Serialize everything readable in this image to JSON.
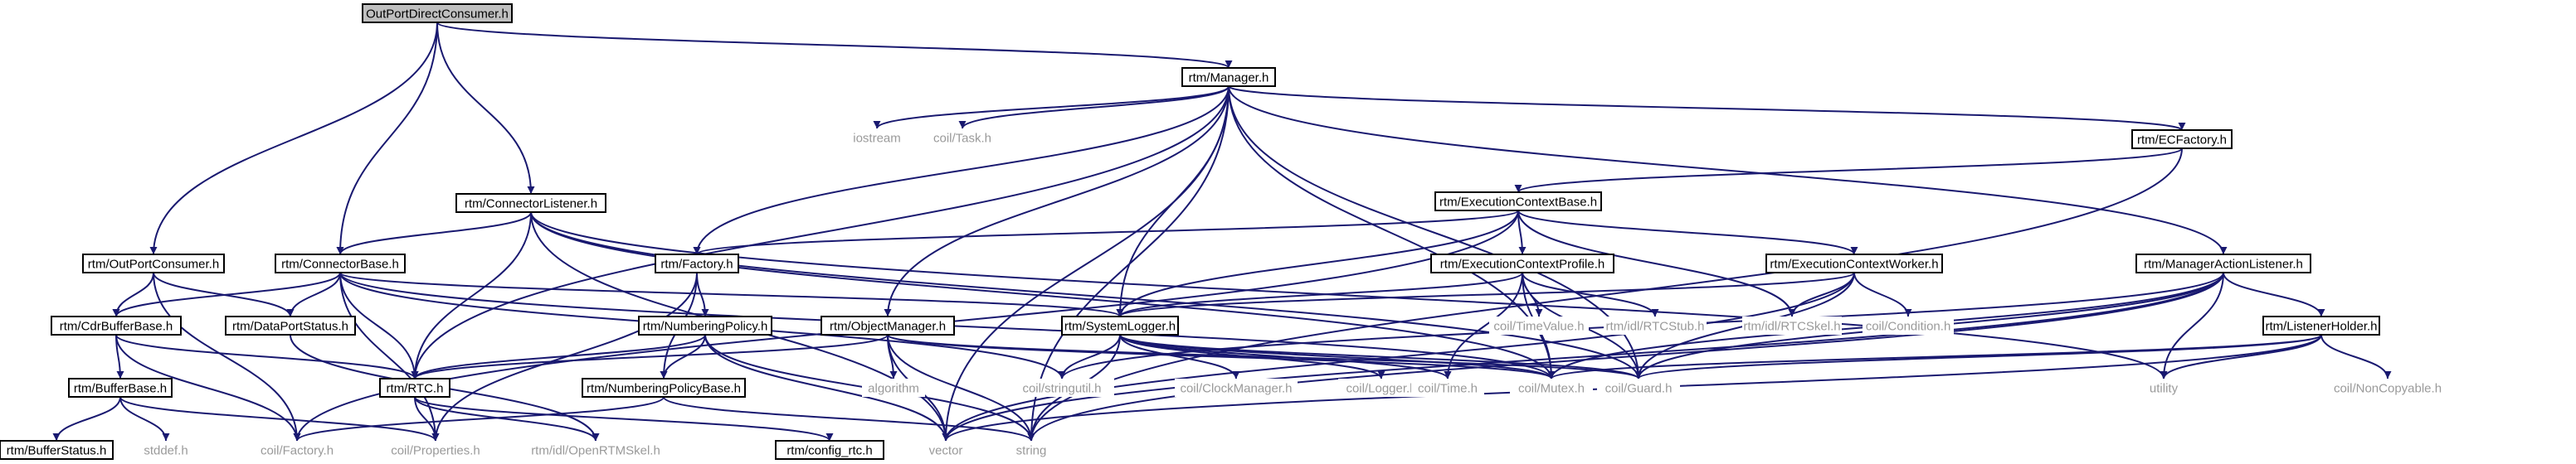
{
  "colors": {
    "edge": "#191970",
    "box_border": "#000000",
    "box_fill": "#ffffff",
    "root_fill": "#bfbfbf",
    "external_text": "#9a9a9a",
    "text": "#000000",
    "background": "#ffffff"
  },
  "nodes": [
    {
      "id": "root",
      "label": "OutPortDirectConsumer.h",
      "kind": "root"
    },
    {
      "id": "manager",
      "label": "rtm/Manager.h",
      "kind": "box"
    },
    {
      "id": "iostream",
      "label": "iostream",
      "kind": "external"
    },
    {
      "id": "task",
      "label": "coil/Task.h",
      "kind": "external"
    },
    {
      "id": "ecfactory",
      "label": "rtm/ECFactory.h",
      "kind": "box"
    },
    {
      "id": "ecbase",
      "label": "rtm/ExecutionContextBase.h",
      "kind": "box"
    },
    {
      "id": "connlistener",
      "label": "rtm/ConnectorListener.h",
      "kind": "box"
    },
    {
      "id": "outportconsumer",
      "label": "rtm/OutPortConsumer.h",
      "kind": "box"
    },
    {
      "id": "connectorbase",
      "label": "rtm/ConnectorBase.h",
      "kind": "box"
    },
    {
      "id": "factory",
      "label": "rtm/Factory.h",
      "kind": "box"
    },
    {
      "id": "ecprofile",
      "label": "rtm/ExecutionContextProfile.h",
      "kind": "box"
    },
    {
      "id": "ecworker",
      "label": "rtm/ExecutionContextWorker.h",
      "kind": "box"
    },
    {
      "id": "malistener",
      "label": "rtm/ManagerActionListener.h",
      "kind": "box"
    },
    {
      "id": "cdrbufferbase",
      "label": "rtm/CdrBufferBase.h",
      "kind": "box"
    },
    {
      "id": "dataportstatus",
      "label": "rtm/DataPortStatus.h",
      "kind": "box"
    },
    {
      "id": "numberingpolicy",
      "label": "rtm/NumberingPolicy.h",
      "kind": "box"
    },
    {
      "id": "objectmanager",
      "label": "rtm/ObjectManager.h",
      "kind": "box"
    },
    {
      "id": "systemlogger",
      "label": "rtm/SystemLogger.h",
      "kind": "box"
    },
    {
      "id": "timevalue",
      "label": "coil/TimeValue.h",
      "kind": "external"
    },
    {
      "id": "rtcstub",
      "label": "rtm/idl/RTCStub.h",
      "kind": "external"
    },
    {
      "id": "rtcskel",
      "label": "rtm/idl/RTCSkel.h",
      "kind": "external"
    },
    {
      "id": "condition",
      "label": "coil/Condition.h",
      "kind": "external"
    },
    {
      "id": "listenerholder",
      "label": "rtm/ListenerHolder.h",
      "kind": "box"
    },
    {
      "id": "bufferbase",
      "label": "rtm/BufferBase.h",
      "kind": "box"
    },
    {
      "id": "rtc",
      "label": "rtm/RTC.h",
      "kind": "box"
    },
    {
      "id": "npbase",
      "label": "rtm/NumberingPolicyBase.h",
      "kind": "box"
    },
    {
      "id": "algorithm",
      "label": "algorithm",
      "kind": "external"
    },
    {
      "id": "stringutil",
      "label": "coil/stringutil.h",
      "kind": "external"
    },
    {
      "id": "clockmanager",
      "label": "coil/ClockManager.h",
      "kind": "external"
    },
    {
      "id": "logger",
      "label": "coil/Logger.h",
      "kind": "external"
    },
    {
      "id": "time",
      "label": "coil/Time.h",
      "kind": "external"
    },
    {
      "id": "mutex",
      "label": "coil/Mutex.h",
      "kind": "external"
    },
    {
      "id": "guard",
      "label": "coil/Guard.h",
      "kind": "external"
    },
    {
      "id": "utility",
      "label": "utility",
      "kind": "external"
    },
    {
      "id": "noncopyable",
      "label": "coil/NonCopyable.h",
      "kind": "external"
    },
    {
      "id": "bufferstatus",
      "label": "rtm/BufferStatus.h",
      "kind": "box"
    },
    {
      "id": "stddef",
      "label": "stddef.h",
      "kind": "external"
    },
    {
      "id": "coilfactory",
      "label": "coil/Factory.h",
      "kind": "external"
    },
    {
      "id": "properties",
      "label": "coil/Properties.h",
      "kind": "external"
    },
    {
      "id": "openrtmskel",
      "label": "rtm/idl/OpenRTMSkel.h",
      "kind": "external"
    },
    {
      "id": "configrtc",
      "label": "rtm/config_rtc.h",
      "kind": "box"
    },
    {
      "id": "vector",
      "label": "vector",
      "kind": "external"
    },
    {
      "id": "string",
      "label": "string",
      "kind": "external"
    }
  ],
  "edges": [
    [
      "root",
      "manager"
    ],
    [
      "root",
      "connlistener"
    ],
    [
      "root",
      "outportconsumer"
    ],
    [
      "root",
      "connectorbase"
    ],
    [
      "manager",
      "iostream"
    ],
    [
      "manager",
      "task"
    ],
    [
      "manager",
      "ecfactory"
    ],
    [
      "manager",
      "factory"
    ],
    [
      "manager",
      "objectmanager"
    ],
    [
      "manager",
      "systemlogger"
    ],
    [
      "manager",
      "malistener"
    ],
    [
      "manager",
      "rtc"
    ],
    [
      "manager",
      "mutex"
    ],
    [
      "manager",
      "guard"
    ],
    [
      "manager",
      "vector"
    ],
    [
      "manager",
      "string"
    ],
    [
      "ecfactory",
      "ecbase"
    ],
    [
      "ecfactory",
      "string"
    ],
    [
      "ecbase",
      "factory"
    ],
    [
      "ecbase",
      "ecprofile"
    ],
    [
      "ecbase",
      "ecworker"
    ],
    [
      "ecbase",
      "rtcskel"
    ],
    [
      "ecbase",
      "coilfactory"
    ],
    [
      "ecbase",
      "systemlogger"
    ],
    [
      "connlistener",
      "connectorbase"
    ],
    [
      "connlistener",
      "rtc"
    ],
    [
      "connlistener",
      "mutex"
    ],
    [
      "connlistener",
      "guard"
    ],
    [
      "connlistener",
      "vector"
    ],
    [
      "connlistener",
      "utility"
    ],
    [
      "outportconsumer",
      "cdrbufferbase"
    ],
    [
      "outportconsumer",
      "dataportstatus"
    ],
    [
      "outportconsumer",
      "coilfactory"
    ],
    [
      "connectorbase",
      "cdrbufferbase"
    ],
    [
      "connectorbase",
      "dataportstatus"
    ],
    [
      "connectorbase",
      "rtc"
    ],
    [
      "connectorbase",
      "properties"
    ],
    [
      "connectorbase",
      "systemlogger"
    ],
    [
      "connectorbase",
      "mutex"
    ],
    [
      "connectorbase",
      "stringutil"
    ],
    [
      "factory",
      "numberingpolicy"
    ],
    [
      "factory",
      "npbase"
    ],
    [
      "factory",
      "properties"
    ],
    [
      "ecprofile",
      "systemlogger"
    ],
    [
      "ecprofile",
      "timevalue"
    ],
    [
      "ecprofile",
      "rtcstub"
    ],
    [
      "ecprofile",
      "guard"
    ],
    [
      "ecprofile",
      "mutex"
    ],
    [
      "ecprofile",
      "time"
    ],
    [
      "ecworker",
      "systemlogger"
    ],
    [
      "ecworker",
      "rtcskel"
    ],
    [
      "ecworker",
      "condition"
    ],
    [
      "ecworker",
      "guard"
    ],
    [
      "ecworker",
      "vector"
    ],
    [
      "malistener",
      "listenerholder"
    ],
    [
      "malistener",
      "utility"
    ],
    [
      "malistener",
      "mutex"
    ],
    [
      "malistener",
      "guard"
    ],
    [
      "malistener",
      "string"
    ],
    [
      "malistener",
      "vector"
    ],
    [
      "malistener",
      "stringutil"
    ],
    [
      "cdrbufferbase",
      "bufferbase"
    ],
    [
      "cdrbufferbase",
      "rtc"
    ],
    [
      "cdrbufferbase",
      "coilfactory"
    ],
    [
      "dataportstatus",
      "openrtmskel"
    ],
    [
      "numberingpolicy",
      "rtc"
    ],
    [
      "numberingpolicy",
      "npbase"
    ],
    [
      "numberingpolicy",
      "string"
    ],
    [
      "numberingpolicy",
      "vector"
    ],
    [
      "objectmanager",
      "rtc"
    ],
    [
      "objectmanager",
      "algorithm"
    ],
    [
      "objectmanager",
      "mutex"
    ],
    [
      "objectmanager",
      "guard"
    ],
    [
      "objectmanager",
      "vector"
    ],
    [
      "objectmanager",
      "string"
    ],
    [
      "systemlogger",
      "stringutil"
    ],
    [
      "systemlogger",
      "clockmanager"
    ],
    [
      "systemlogger",
      "logger"
    ],
    [
      "systemlogger",
      "time"
    ],
    [
      "systemlogger",
      "mutex"
    ],
    [
      "systemlogger",
      "guard"
    ],
    [
      "systemlogger",
      "string"
    ],
    [
      "listenerholder",
      "mutex"
    ],
    [
      "listenerholder",
      "guard"
    ],
    [
      "listenerholder",
      "noncopyable"
    ],
    [
      "listenerholder",
      "utility"
    ],
    [
      "listenerholder",
      "vector"
    ],
    [
      "bufferbase",
      "bufferstatus"
    ],
    [
      "bufferbase",
      "stddef"
    ],
    [
      "bufferbase",
      "properties"
    ],
    [
      "rtc",
      "properties"
    ],
    [
      "rtc",
      "openrtmskel"
    ],
    [
      "rtc",
      "configrtc"
    ],
    [
      "npbase",
      "coilfactory"
    ],
    [
      "npbase",
      "string"
    ]
  ]
}
